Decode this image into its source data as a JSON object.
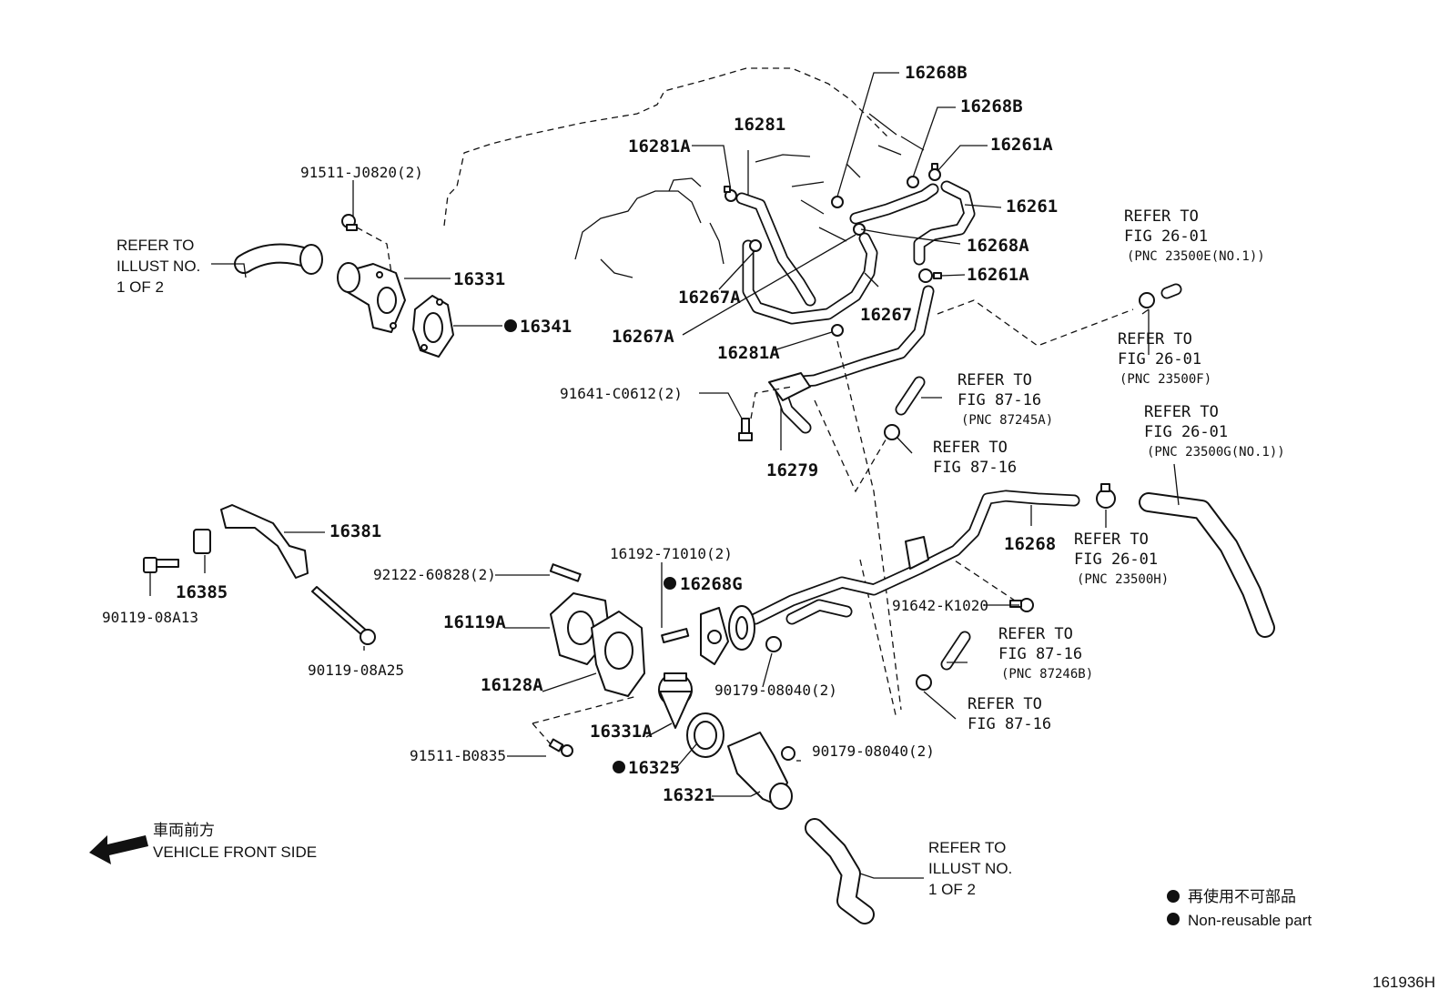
{
  "figure_id": "161936H",
  "labels": {
    "p_91511_j0820": "91511-J0820(2)",
    "p_16331": "16331",
    "p_16341": "16341",
    "p_16281a_top": "16281A",
    "p_16281": "16281",
    "p_16268b_1": "16268B",
    "p_16268b_2": "16268B",
    "p_16261a_top": "16261A",
    "p_16261": "16261",
    "p_16268a": "16268A",
    "p_16261a_mid": "16261A",
    "p_16267a_1": "16267A",
    "p_16267": "16267",
    "p_16267a_2": "16267A",
    "p_16281a_mid": "16281A",
    "p_91641_c0612": "91641-C0612(2)",
    "p_16279": "16279",
    "p_16268": "16268",
    "p_16381": "16381",
    "p_16385": "16385",
    "p_90119_08a13": "90119-08A13",
    "p_92122_60828": "92122-60828(2)",
    "p_16192_71010": "16192-71010(2)",
    "p_16268g": "16268G",
    "p_16119a": "16119A",
    "p_90119_08a25": "90119-08A25",
    "p_16128a": "16128A",
    "p_90179_08040_a": "90179-08040(2)",
    "p_91642_k1020": "91642-K1020",
    "p_16331a": "16331A",
    "p_91511_b0835": "91511-B0835",
    "p_16325": "16325",
    "p_90179_08040_b": "90179-08040(2)",
    "p_16321": "16321"
  },
  "refs": {
    "illust_top": {
      "line1": "REFER TO",
      "line2": "ILLUST NO.",
      "line3": "1 OF 2"
    },
    "illust_bottom": {
      "line1": "REFER TO",
      "line2": "ILLUST NO.",
      "line3": "1 OF 2"
    },
    "fig26_e": {
      "line1": "REFER TO",
      "line2": "FIG 26-01",
      "line3": "(PNC 23500E(NO.1))"
    },
    "fig26_f": {
      "line1": "REFER TO",
      "line2": "FIG 26-01",
      "line3": "(PNC 23500F)"
    },
    "fig26_g": {
      "line1": "REFER TO",
      "line2": "FIG 26-01",
      "line3": "(PNC 23500G(NO.1))"
    },
    "fig26_h": {
      "line1": "REFER TO",
      "line2": "FIG 26-01",
      "line3": "(PNC 23500H)"
    },
    "fig87_a": {
      "line1": "REFER TO",
      "line2": "FIG 87-16",
      "line3": "(PNC 87245A)"
    },
    "fig87_mid": {
      "line1": "REFER TO",
      "line2": "FIG 87-16"
    },
    "fig87_b": {
      "line1": "REFER TO",
      "line2": "FIG 87-16",
      "line3": "(PNC 87246B)"
    },
    "fig87_bottom": {
      "line1": "REFER TO",
      "line2": "FIG 87-16"
    }
  },
  "front": {
    "jp": "車両前方",
    "en": "VEHICLE FRONT SIDE"
  },
  "legend": {
    "jp": "再使用不可部品",
    "en": "Non-reusable part"
  }
}
